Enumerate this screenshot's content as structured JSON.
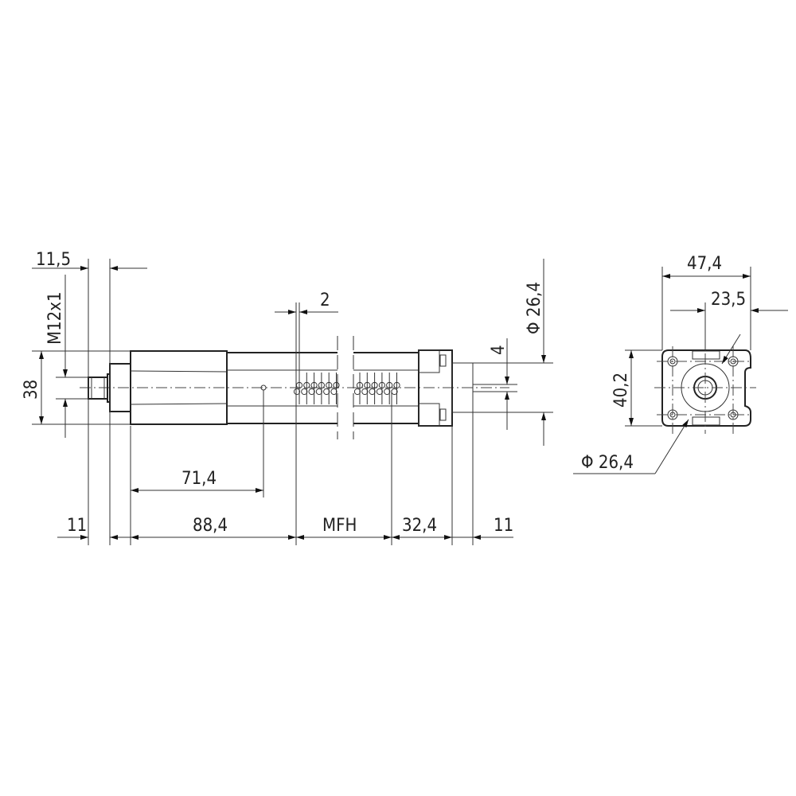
{
  "dimensions": {
    "connector_length": "11,5",
    "thread": "M12x1",
    "height": "38",
    "sensor_pos": "71,4",
    "left_end": "11",
    "dead_zone_left": "88,4",
    "measuring_range": "MFH",
    "dead_zone_right": "32,4",
    "right_end": "11",
    "magnet_pitch": "2",
    "rod_offset": "4",
    "rod_diameter": "Φ 26,4",
    "end_width": "47,4",
    "end_half": "23,5",
    "end_height": "40,2",
    "end_diameter": "Φ 26,4"
  }
}
